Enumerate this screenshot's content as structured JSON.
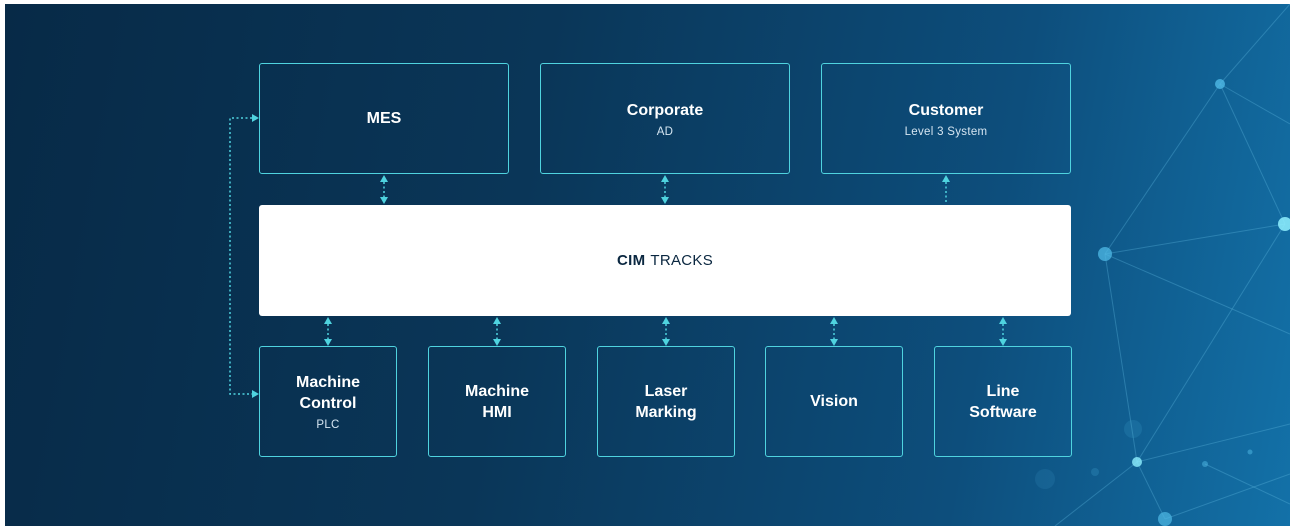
{
  "top_boxes": [
    {
      "title": "MES",
      "sub": ""
    },
    {
      "title": "Corporate",
      "sub": "AD"
    },
    {
      "title": "Customer",
      "sub": "Level 3 System"
    }
  ],
  "core": {
    "bold": "CIM",
    "rest": "TRACKS"
  },
  "bottom_boxes": [
    {
      "title": "Machine\nControl",
      "sub": "PLC"
    },
    {
      "title": "Machine\nHMI",
      "sub": ""
    },
    {
      "title": "Laser\nMarking",
      "sub": ""
    },
    {
      "title": "Vision",
      "sub": ""
    },
    {
      "title": "Line\nSoftware",
      "sub": ""
    }
  ],
  "colors": {
    "accent": "#4fd3df",
    "background_dark": "#072a47",
    "background_light": "#1371a8",
    "core_fill": "#ffffff",
    "core_text": "#0a2740"
  }
}
